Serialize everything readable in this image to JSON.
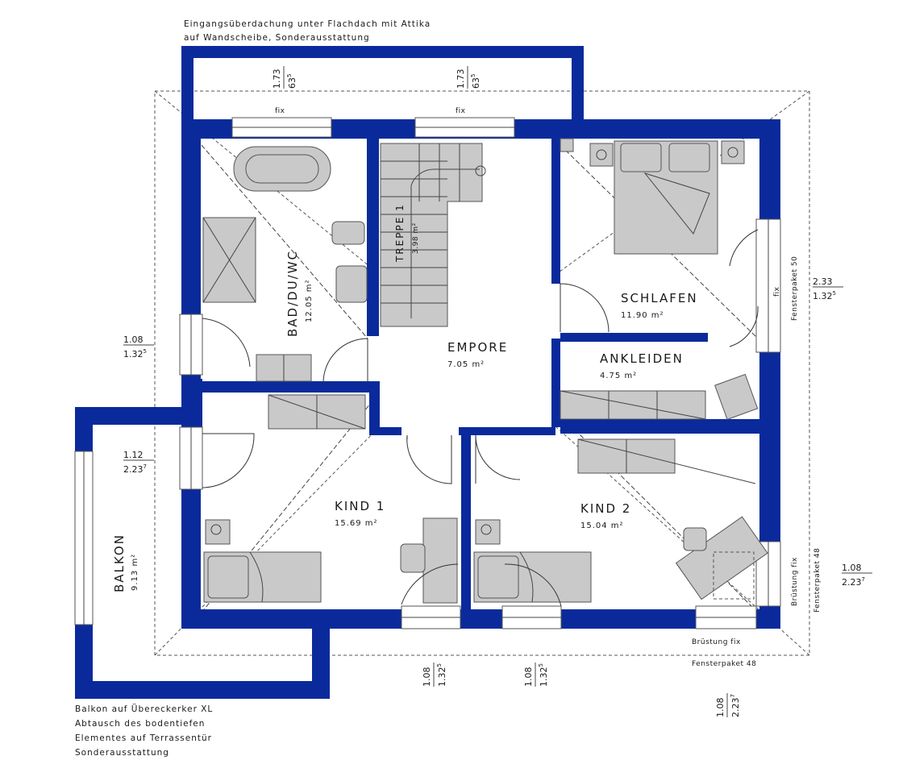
{
  "notes": {
    "top_line1": "Eingangsüberdachung unter Flachdach mit Attika",
    "top_line2": "auf Wandscheibe, Sonderausstattung",
    "bottom_line1": "Balkon auf Übereckerker XL",
    "bottom_line2": "Abtausch des bodentiefen",
    "bottom_line3": "Elementes auf Terrassentür",
    "bottom_line4": "Sonderausstattung"
  },
  "rooms": {
    "bad": {
      "name": "BAD/DU/WC",
      "area": "12.05 m²"
    },
    "treppe": {
      "name": "TREPPE 1",
      "area": "3.98 m²"
    },
    "empore": {
      "name": "EMPORE",
      "area": "7.05 m²"
    },
    "schlafen": {
      "name": "SCHLAFEN",
      "area": "11.90 m²"
    },
    "ankleiden": {
      "name": "ANKLEIDEN",
      "area": "4.75 m²"
    },
    "kind1": {
      "name": "KIND 1",
      "area": "15.69 m²"
    },
    "kind2": {
      "name": "KIND 2",
      "area": "15.04 m²"
    },
    "balkon": {
      "name": "BALKON",
      "area": "9.13 m²"
    }
  },
  "labels": {
    "fix1": "fix",
    "fix2": "fix",
    "fix_right": "fix",
    "fensterpaket_50": "Fensterpaket 50",
    "fensterpaket_48_right": "Fensterpaket 48",
    "fensterpaket_48_bottom": "Fensterpaket 48",
    "bruestung_fix_right": "Brüstung fix",
    "bruestung_fix_bottom": "Brüstung fix"
  },
  "dimensions": {
    "top1": {
      "width": "1.73",
      "height": "63",
      "sup": "5"
    },
    "top2": {
      "width": "1.73",
      "height": "63",
      "sup": "5"
    },
    "right_upper": {
      "width": "2.33",
      "height": "1.32",
      "sup": "5"
    },
    "left_bad": {
      "width": "1.08",
      "height": "1.32",
      "sup": "5"
    },
    "left_kind": {
      "width": "1.12",
      "height": "2.23",
      "sup": "7"
    },
    "right_lower": {
      "width": "1.08",
      "height": "2.23",
      "sup": "7"
    },
    "bottom1": {
      "width": "1.08",
      "height": "1.32",
      "sup": "5"
    },
    "bottom2": {
      "width": "1.08",
      "height": "1.32",
      "sup": "5"
    },
    "bottom3": {
      "width": "1.08",
      "height": "2.23",
      "sup": "7"
    }
  }
}
